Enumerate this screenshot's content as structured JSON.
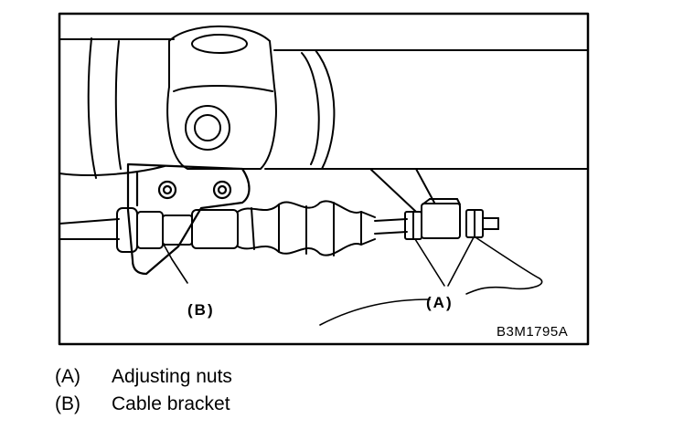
{
  "figure": {
    "code": "B3M1795A",
    "callouts": {
      "a": "(A)",
      "b": "(B)"
    }
  },
  "legend": [
    {
      "key": "(A)",
      "description": "Adjusting nuts"
    },
    {
      "key": "(B)",
      "description": "Cable bracket"
    }
  ]
}
